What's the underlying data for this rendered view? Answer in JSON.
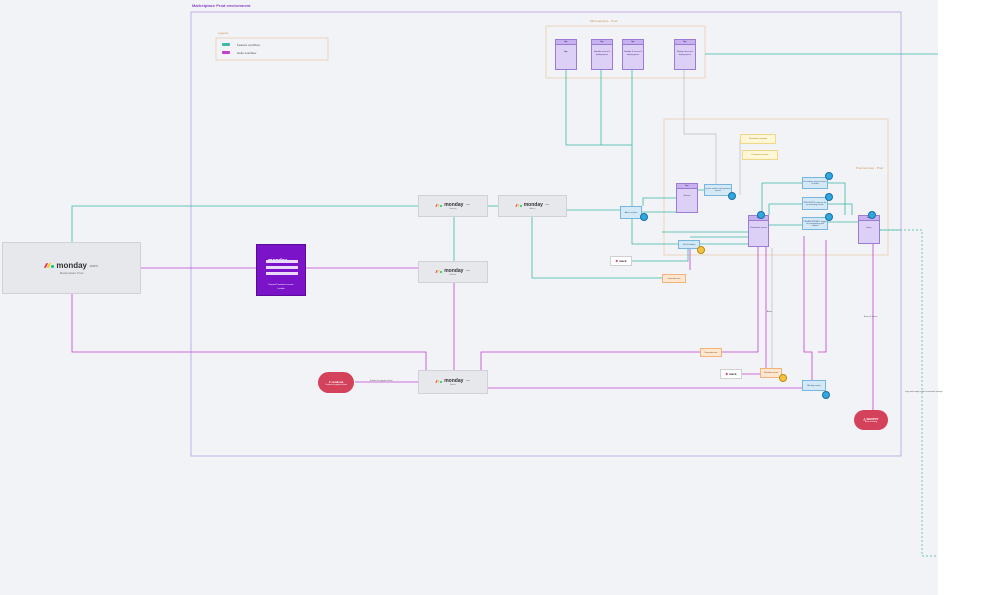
{
  "colors": {
    "outer_frame": "#b89ee0",
    "dashed_frame": "#e8c9a8",
    "teal_line": "#3cb8a8",
    "purple_line": "#c23fd0",
    "service_fill": "#ddd0f6",
    "sentry": "#d3415a",
    "zendesk": "#d3415a",
    "purple_service": "#7b14c9"
  },
  "diagram": {
    "title": "Marketplace Prod environment",
    "legend": {
      "title": "Legend",
      "items": [
        {
          "label": "Feature workflow",
          "color": "#3cb8a8"
        },
        {
          "label": "Hello workflow",
          "color": "#c23fd0"
        }
      ]
    },
    "group_top_label": "Microservices · Prod",
    "group_right_label": "Prod services · Prod",
    "main_app": {
      "brand": "monday",
      "tld": ".com",
      "caption": "Marketplace Prod"
    },
    "purple_service": {
      "brand": "monday",
      "tld": ".com",
      "caption_line1": "Request Provisioner service",
      "caption_line2": "Lambda"
    },
    "mon_nodes": [
      {
        "id": "mon-top-a",
        "brand": "monday",
        "tld": ".com",
        "caption": "Hosting"
      },
      {
        "id": "mon-top-b",
        "brand": "monday",
        "tld": ".com",
        "caption": "Admin"
      },
      {
        "id": "mon-mid",
        "brand": "monday",
        "tld": ".com",
        "caption": "Monitor"
      },
      {
        "id": "mon-bottom",
        "brand": "monday",
        "tld": ".com",
        "caption": "Admin"
      }
    ],
    "top_services": [
      {
        "header": "App",
        "body": "App"
      },
      {
        "header": "App",
        "body": "Handler service & deploy queue"
      },
      {
        "header": "App",
        "body": "Handler & service & deploy queue"
      },
      {
        "header": "App",
        "body": "Monitor Service & deploy queue"
      }
    ],
    "right_services": [
      {
        "header": "App",
        "body": "Service"
      },
      {
        "header": "App",
        "body": "Provisioner service"
      },
      {
        "header": "App",
        "body": "Entry"
      }
    ],
    "notes_blue": [
      "Queue monitor and provision events",
      "Admin actions",
      "Provisioner process status & health",
      "RESOURCE requests for provisioning events",
      "CREATE/UPDATE: trigger for provisioning and rollback",
      "Job Scheduler",
      "Alerting events"
    ],
    "notes_orange": [
      "Dependencies",
      "Dependencies",
      "Workflow queue"
    ],
    "notes_yellow": [
      "Provisioner requests",
      "Provisioner service"
    ],
    "slack": [
      {
        "label": "slack"
      },
      {
        "label": "slack"
      }
    ],
    "zendesk": {
      "name": "zendesk",
      "caption": "Customer support tickets"
    },
    "sentry": {
      "name": "SENTRY",
      "caption": "Error tracking"
    },
    "line_labels": [
      "Events for support tickets",
      "Alerts",
      "Errors & traces",
      "Logs and usage export to external storage"
    ]
  }
}
